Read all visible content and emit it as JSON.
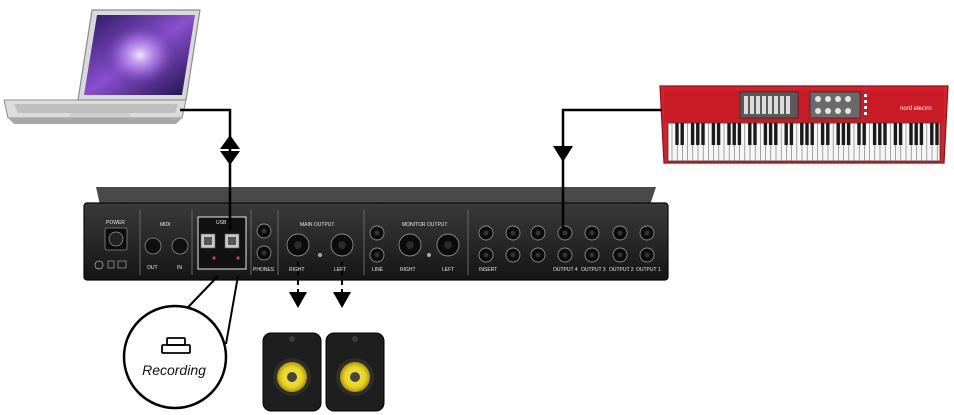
{
  "devices": {
    "laptop": {
      "icon": "laptop-icon"
    },
    "keyboard": {
      "icon": "synth-keyboard-icon",
      "color": "#d8202b",
      "brand": "nord electro"
    },
    "interface": {
      "icon": "audio-interface-rear-panel-icon",
      "labels": {
        "power": "POWER",
        "midi": "MIDI",
        "midi_out": "OUT",
        "midi_in": "IN",
        "usb": "USB",
        "phones": "PHONES",
        "main_output": "MAIN OUTPUT",
        "right": "RIGHT",
        "left": "LEFT",
        "line": "LINE",
        "monitor_output": "MONITOR OUTPUT",
        "mon_right": "RIGHT",
        "mon_left": "LEFT",
        "insert": "INSERT",
        "output_4": "OUTPUT 4",
        "output_3": "OUTPUT 3",
        "output_2": "OUTPUT 2",
        "output_1": "OUTPUT 1"
      }
    },
    "speakers": {
      "icon": "studio-monitor-icon",
      "cone_color": "#e8d21a"
    }
  },
  "callout": {
    "icon": "record-device-icon",
    "label": "Recording"
  }
}
